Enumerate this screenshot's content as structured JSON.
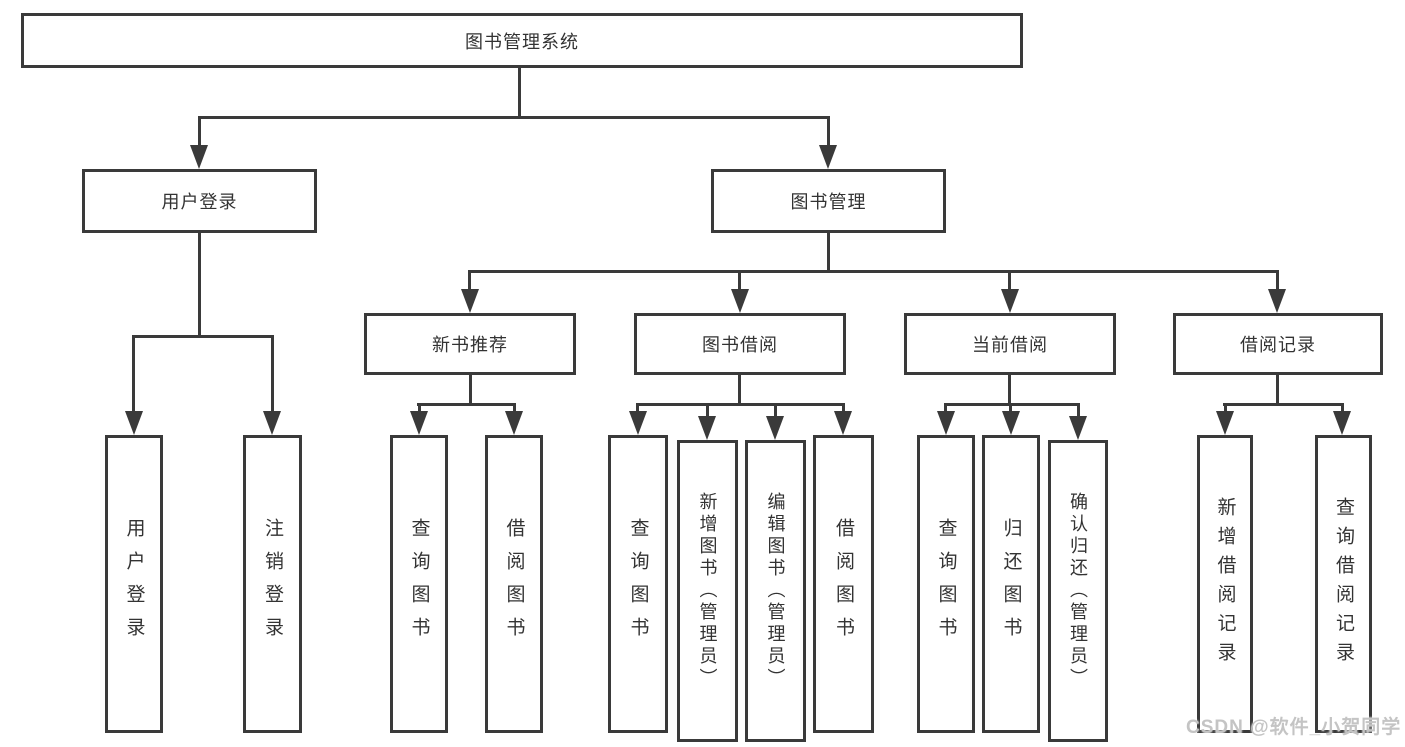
{
  "tree": {
    "root": "图书管理系统",
    "level2": [
      "用户登录",
      "图书管理"
    ],
    "level3": [
      "新书推荐",
      "图书借阅",
      "当前借阅",
      "借阅记录"
    ],
    "leaves": {
      "user": [
        "用户登录",
        "注销登录"
      ],
      "recommend": [
        "查询图书",
        "借阅图书"
      ],
      "borrow": [
        "查询图书",
        "新增图书（管理员）",
        "编辑图书（管理员）",
        "借阅图书"
      ],
      "current": [
        "查询图书",
        "归还图书",
        "确认归还（管理员）"
      ],
      "records": [
        "新增借阅记录",
        "查询借阅记录"
      ]
    }
  },
  "watermark": "CSDN @软件_小贺同学",
  "colors": {
    "line": "#3a3a3a",
    "text": "#333333",
    "background": "#ffffff",
    "watermark": "#c4c4c4"
  }
}
